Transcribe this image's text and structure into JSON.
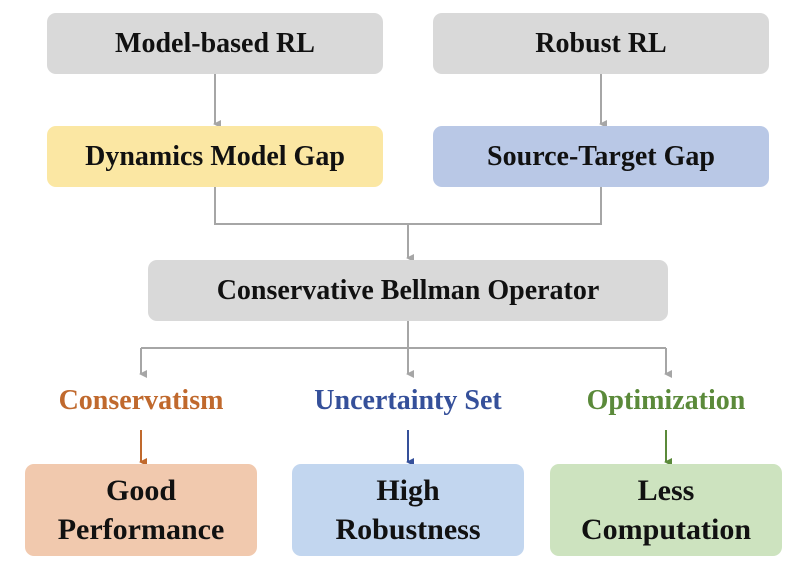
{
  "top": {
    "left": "Model-based RL",
    "right": "Robust RL"
  },
  "gaps": {
    "left": "Dynamics Model Gap",
    "right": "Source-Target Gap"
  },
  "center": "Conservative Bellman Operator",
  "aspects": [
    {
      "label": "Conservatism",
      "color": "#c0692d"
    },
    {
      "label": "Uncertainty Set",
      "color": "#35509a"
    },
    {
      "label": "Optimization",
      "color": "#5b8a3a"
    }
  ],
  "outcomes": [
    {
      "line1": "Good",
      "line2": "Performance"
    },
    {
      "line1": "High",
      "line2": "Robustness"
    },
    {
      "line1": "Less",
      "line2": "Computation"
    }
  ],
  "colors": {
    "connector": "#a6a6a6",
    "gray_box": "#d9d9d9",
    "yellow_box": "#fbe7a3",
    "blue_box": "#b9c8e6",
    "orange_box": "#f1c9ae",
    "lightblue_box": "#c2d6ef",
    "green_box": "#cde3bf"
  }
}
